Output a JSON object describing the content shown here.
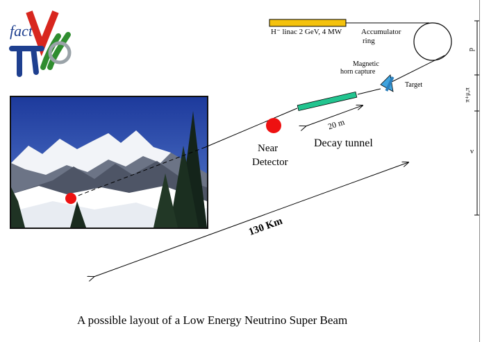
{
  "logo": {
    "text_fact": "fact",
    "icon": "nu-pi-mu-logo"
  },
  "linac_label": "H⁻ linac 2 GeV, 4 MW",
  "accumulator_label_line1": "Accumulator",
  "accumulator_label_line2": "ring",
  "magnetic_label_line1": "Magnetic",
  "magnetic_label_line2": "horn capture",
  "target_label": "Target",
  "scale_labels": {
    "p": "p",
    "pimu": "π+μ,π",
    "nu": "ν"
  },
  "decay_length": "20 m",
  "decay_tunnel_label": "Decay tunnel",
  "near_detector_line1": "Near",
  "near_detector_line2": "Detector",
  "baseline_label": "130 Km",
  "caption": "A possible layout of a Low Energy Neutrino Super Beam",
  "colors": {
    "linac": "#f4c20d",
    "decay_tunnel": "#22c48f",
    "detector": "#ee1111",
    "horn": "#3fa3de",
    "sky": "#2446a6"
  }
}
